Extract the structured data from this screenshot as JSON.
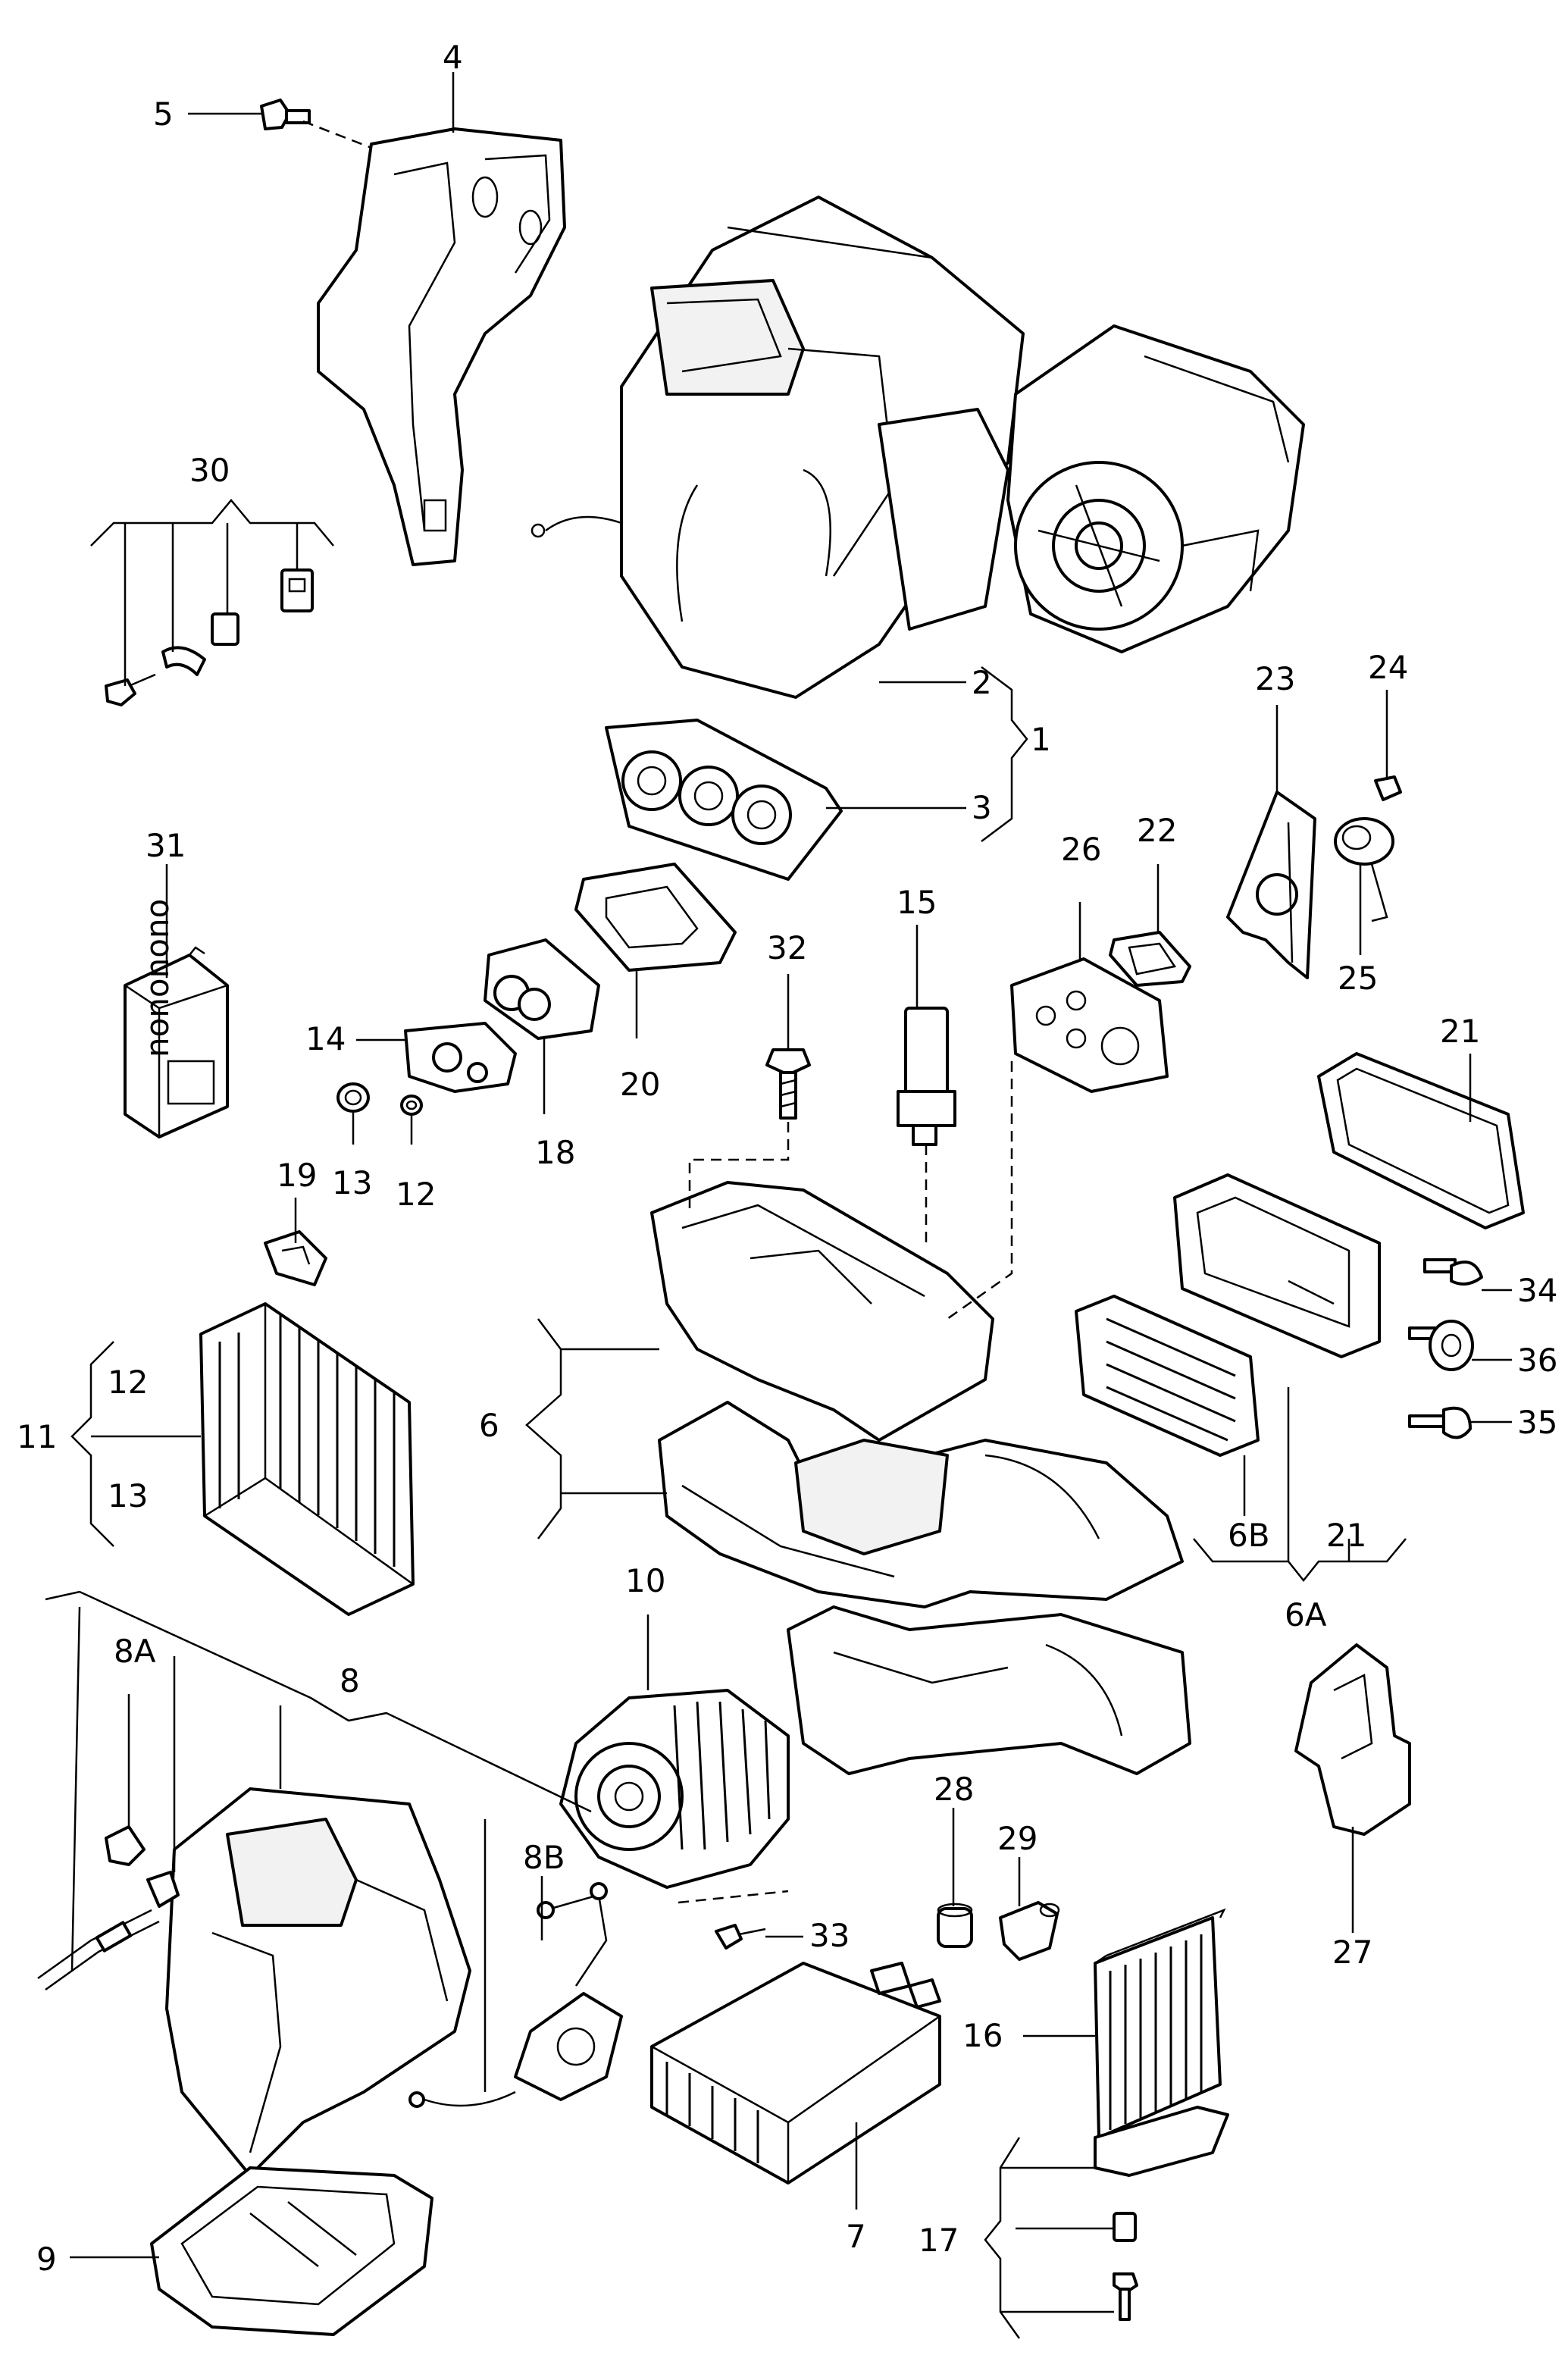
{
  "callouts": {
    "c1": "1",
    "c2": "2",
    "c3": "3",
    "c4": "4",
    "c5": "5",
    "c6": "6",
    "c6A": "6A",
    "c6B": "6B",
    "c7": "7",
    "c8": "8",
    "c8A": "8A",
    "c8B": "8B",
    "c9": "9",
    "c10": "10",
    "c11": "11",
    "c12a": "12",
    "c13a": "13",
    "c12b": "12",
    "c13b": "13",
    "c14": "14",
    "c15": "15",
    "c16": "16",
    "c17": "17",
    "c18": "18",
    "c19": "19",
    "c20": "20",
    "c21a": "21",
    "c21b": "21",
    "c22": "22",
    "c23": "23",
    "c24": "24",
    "c25": "25",
    "c26": "26",
    "c27": "27",
    "c28": "28",
    "c29": "29",
    "c30": "30",
    "c31": "31",
    "c32": "32",
    "c33": "33",
    "c34": "34",
    "c35": "35",
    "c36": "36"
  },
  "package_print": "nononono"
}
